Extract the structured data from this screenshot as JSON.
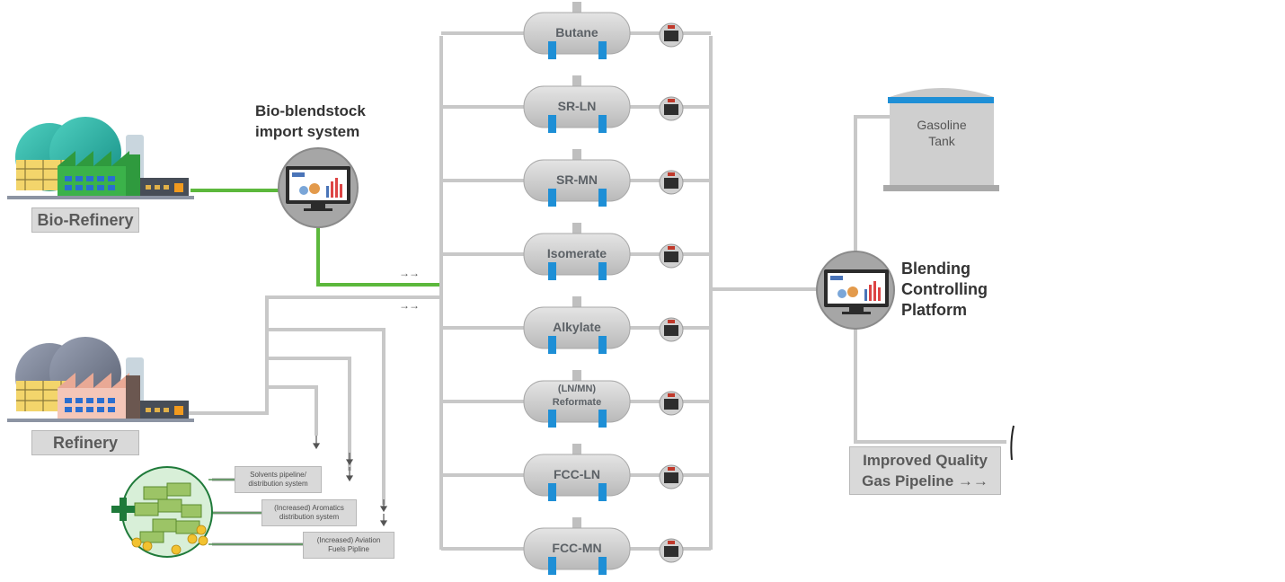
{
  "bio_refinery": {
    "label": "Bio-Refinery"
  },
  "refinery": {
    "label": "Refinery"
  },
  "import_system": {
    "line1": "Bio-blendstock",
    "line2": "import system"
  },
  "tanks": [
    {
      "label": "Butane"
    },
    {
      "label": "SR-LN"
    },
    {
      "label": "SR-MN"
    },
    {
      "label": "Isomerate"
    },
    {
      "label": "Alkylate"
    },
    {
      "label": "(LN/MN)",
      "label2": "Reformate"
    },
    {
      "label": "FCC-LN"
    },
    {
      "label": "FCC-MN"
    }
  ],
  "blending": {
    "line1": "Blending",
    "line2": "Controlling",
    "line3": "Platform"
  },
  "gasoline_tank": {
    "line1": "Gasoline",
    "line2": "Tank"
  },
  "pipeline": {
    "line1": "Improved Quality",
    "line2": "Gas Pipeline →→"
  },
  "distribution": [
    {
      "line1": "Solvents pipeline/",
      "line2": "distribution system"
    },
    {
      "line1": "(Increased) Aromatics",
      "line2": "distribution system"
    },
    {
      "line1": "(Increased) Aviation",
      "line2": "Fuels Pipline"
    }
  ],
  "flow_arrows": {
    "upper": "→→",
    "lower": "→→"
  },
  "colors": {
    "pipe": "#c8c8c8",
    "bio_pipe": "#5cb83c",
    "tank": "#d0d0d0",
    "leg": "#1e8fd6",
    "valve": "#2e2e2e",
    "plus": "#1f7a3a"
  }
}
